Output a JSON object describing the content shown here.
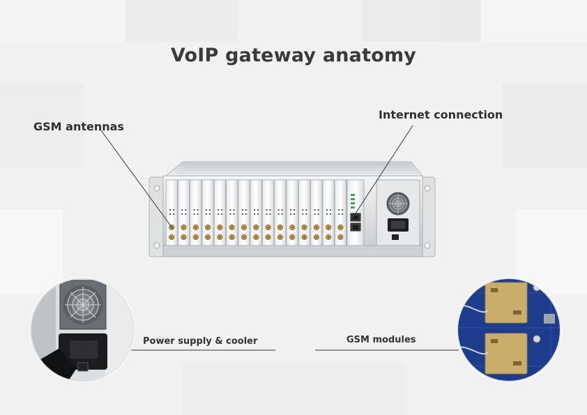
{
  "title": "VoIP gateway anatomy",
  "labels": {
    "gsm_antennas": "GSM antennas",
    "internet_connection": "Internet connection",
    "power_supply": "Power supply & cooler",
    "gsm_modules": "GSM modules"
  },
  "colors": {
    "background": "#f1f1f1",
    "text": "#333333",
    "pcb_blue": "#1d3c8c",
    "module_gold": "#c9ad6a",
    "chassis_silver": "#d7d9db"
  },
  "device": {
    "slot_count": 16
  }
}
